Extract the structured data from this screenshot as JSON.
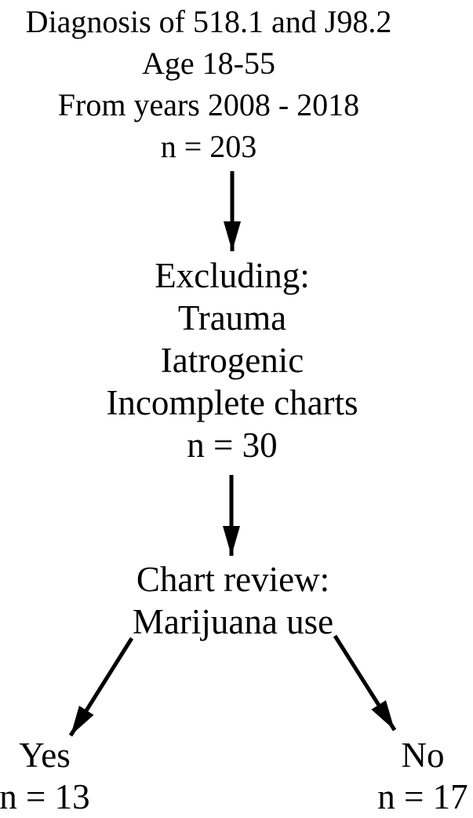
{
  "colors": {
    "background": "#ffffff",
    "ink": "#000000"
  },
  "flowchart": {
    "cohort": {
      "lines": [
        "Diagnosis of 518.1 and J98.2",
        "Age 18-55",
        "From years 2008 - 2018",
        "n = 203"
      ]
    },
    "exclusions": {
      "lines": [
        "Excluding:",
        "Trauma",
        "Iatrogenic",
        "Incomplete charts",
        "n = 30"
      ]
    },
    "review": {
      "lines": [
        "Chart review:",
        "Marijuana use"
      ]
    },
    "branch_yes": {
      "label": "Yes",
      "count": "n = 13"
    },
    "branch_no": {
      "label": "No",
      "count": "n = 17"
    }
  }
}
